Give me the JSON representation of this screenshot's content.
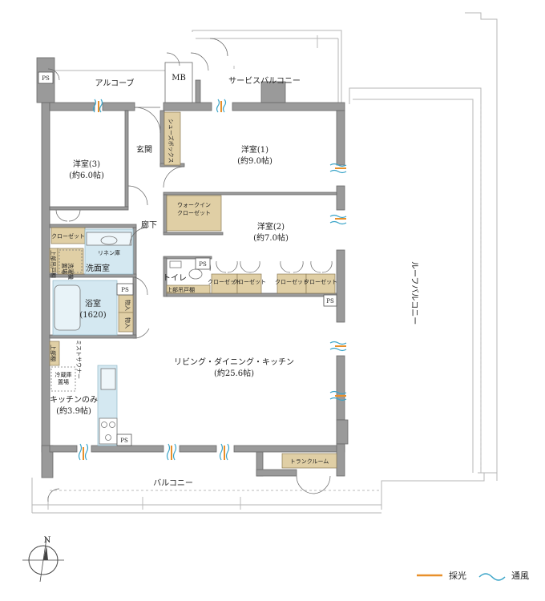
{
  "rooms": {
    "alcove": "アルコーブ",
    "mb": "MB",
    "ps": "PS",
    "service_balcony": "サービスバルコニー",
    "shoe_box": "シューズボックス",
    "genkan": "玄関",
    "western1_name": "洋室(1)",
    "western1_size": "(約9.0帖)",
    "western3_name": "洋室(3)",
    "western3_size": "(約6.0帖)",
    "walkin_line1": "ウォークイン",
    "walkin_line2": "クローゼット",
    "corridor": "廊下",
    "western2_name": "洋室(2)",
    "western2_size": "(約7.0帖)",
    "closet": "クローゼット",
    "linen": "リネン庫",
    "laundry_line1": "洗濯機",
    "laundry_line2": "置場",
    "upper_cabinet": "上部吊戸棚",
    "washroom": "洗面室",
    "toilet": "トイレ",
    "bath_name": "浴室",
    "bath_size": "(1620)",
    "storage": "物入",
    "roof_balcony": "ルーフバルコニー",
    "upper_short": "上部棚",
    "mist_sauna": "ミストサウナー",
    "fridge_line1": "冷蔵庫",
    "fridge_line2": "置場",
    "ldk_name": "リビング・ダイニング・キッチン",
    "ldk_size": "(約25.6帖)",
    "kitchen_name": "キッチンのみ",
    "kitchen_size": "(約3.9帖)",
    "trunk_room": "トランクルーム",
    "balcony": "バルコニー"
  },
  "compass": {
    "north": "N"
  },
  "legend": {
    "light": "採光",
    "wind": "通風"
  },
  "colors": {
    "wall": "#9a9a9a",
    "cabinet": "#e0cfa5",
    "water": "#d4e8f1",
    "light": "#e8902a",
    "wind": "#3aa4c8"
  }
}
